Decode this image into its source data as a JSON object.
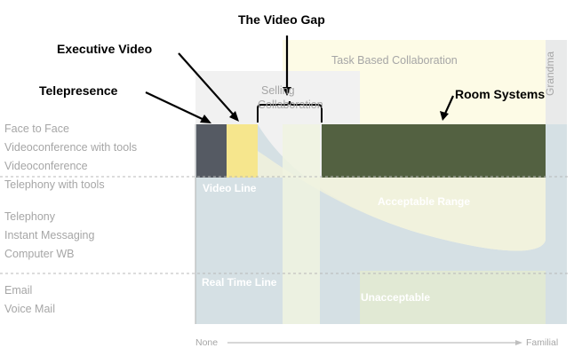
{
  "rows": {
    "face_to_face": "Face to Face",
    "videoconf_tools": "Videoconference with tools",
    "videoconference": "Videoconference",
    "telephony_tools": "Telephony with tools",
    "telephony": "Telephony",
    "instant_messaging": "Instant Messaging",
    "computer_wb": "Computer WB",
    "email": "Email",
    "voice_mail": "Voice Mail"
  },
  "callouts": {
    "video_gap": "The Video Gap",
    "executive_video": "Executive Video",
    "telepresence": "Telepresence",
    "room_systems": "Room Systems"
  },
  "zones": {
    "task_based": "Task Based Collaboration",
    "selling_line1": "Selling",
    "selling_line2": "Collaboration",
    "grandma": "Grandma"
  },
  "inner_labels": {
    "video_line": "Video Line",
    "acceptable_range": "Acceptable Range",
    "real_time_line": "Real Time Line",
    "unacceptable": "Unacceptable"
  },
  "axis": {
    "start": "None",
    "end": "Familial"
  },
  "colors": {
    "telepresence": "#555a63",
    "executive_video": "#f6e68d",
    "room_systems": "#536141",
    "task_zone": "#fdfbe6",
    "selling_zone": "#f1f1f1",
    "lower_fill": "#d5e0e4",
    "acceptable_fill": "#eff1dc",
    "unacceptable_fill": "#e1e9d4"
  }
}
